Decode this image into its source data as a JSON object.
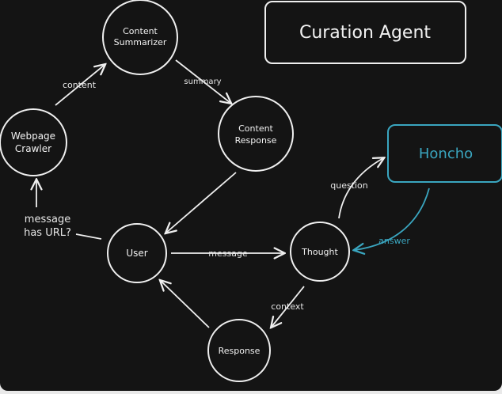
{
  "title": "Curation Agent",
  "colors": {
    "background": "#141414",
    "stroke": "#efefef",
    "accent": "#3aa6c0"
  },
  "nodes": {
    "content_summarizer": [
      "Content",
      "Summarizer"
    ],
    "content_response": [
      "Content",
      "Response"
    ],
    "webpage_crawler": [
      "Webpage",
      "Crawler"
    ],
    "user": [
      "User"
    ],
    "thought": [
      "Thought"
    ],
    "response": [
      "Response"
    ],
    "honcho": [
      "Honcho"
    ]
  },
  "edges": {
    "content": "content",
    "summary": "summary",
    "message_has_url": [
      "message",
      "has URL?"
    ],
    "message": "message",
    "question": "question",
    "answer": "answer",
    "context": "context"
  }
}
